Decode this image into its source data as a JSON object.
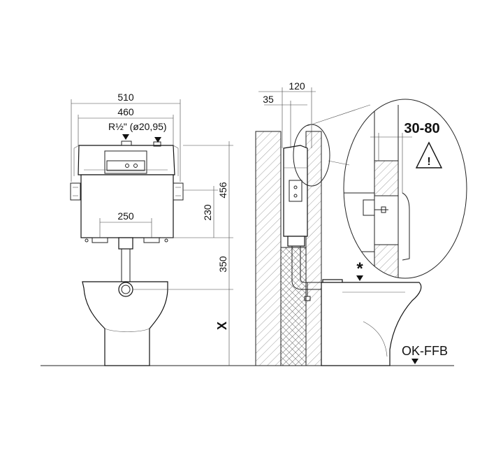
{
  "front_view": {
    "width_outer": "510",
    "width_inner": "460",
    "inlet_label": "R½\" (ø20,95)",
    "height_tank": "456",
    "height_bracket": "230",
    "outlet_spacing": "250",
    "height_outlet": "350",
    "height_variable": "X"
  },
  "side_view": {
    "depth_total": "120",
    "depth_front": "35",
    "detail_range": "30-80",
    "warning_symbol": "!",
    "asterisk": "*",
    "floor_label": "OK-FFB"
  },
  "colors": {
    "line": "#222222",
    "background": "#ffffff"
  }
}
